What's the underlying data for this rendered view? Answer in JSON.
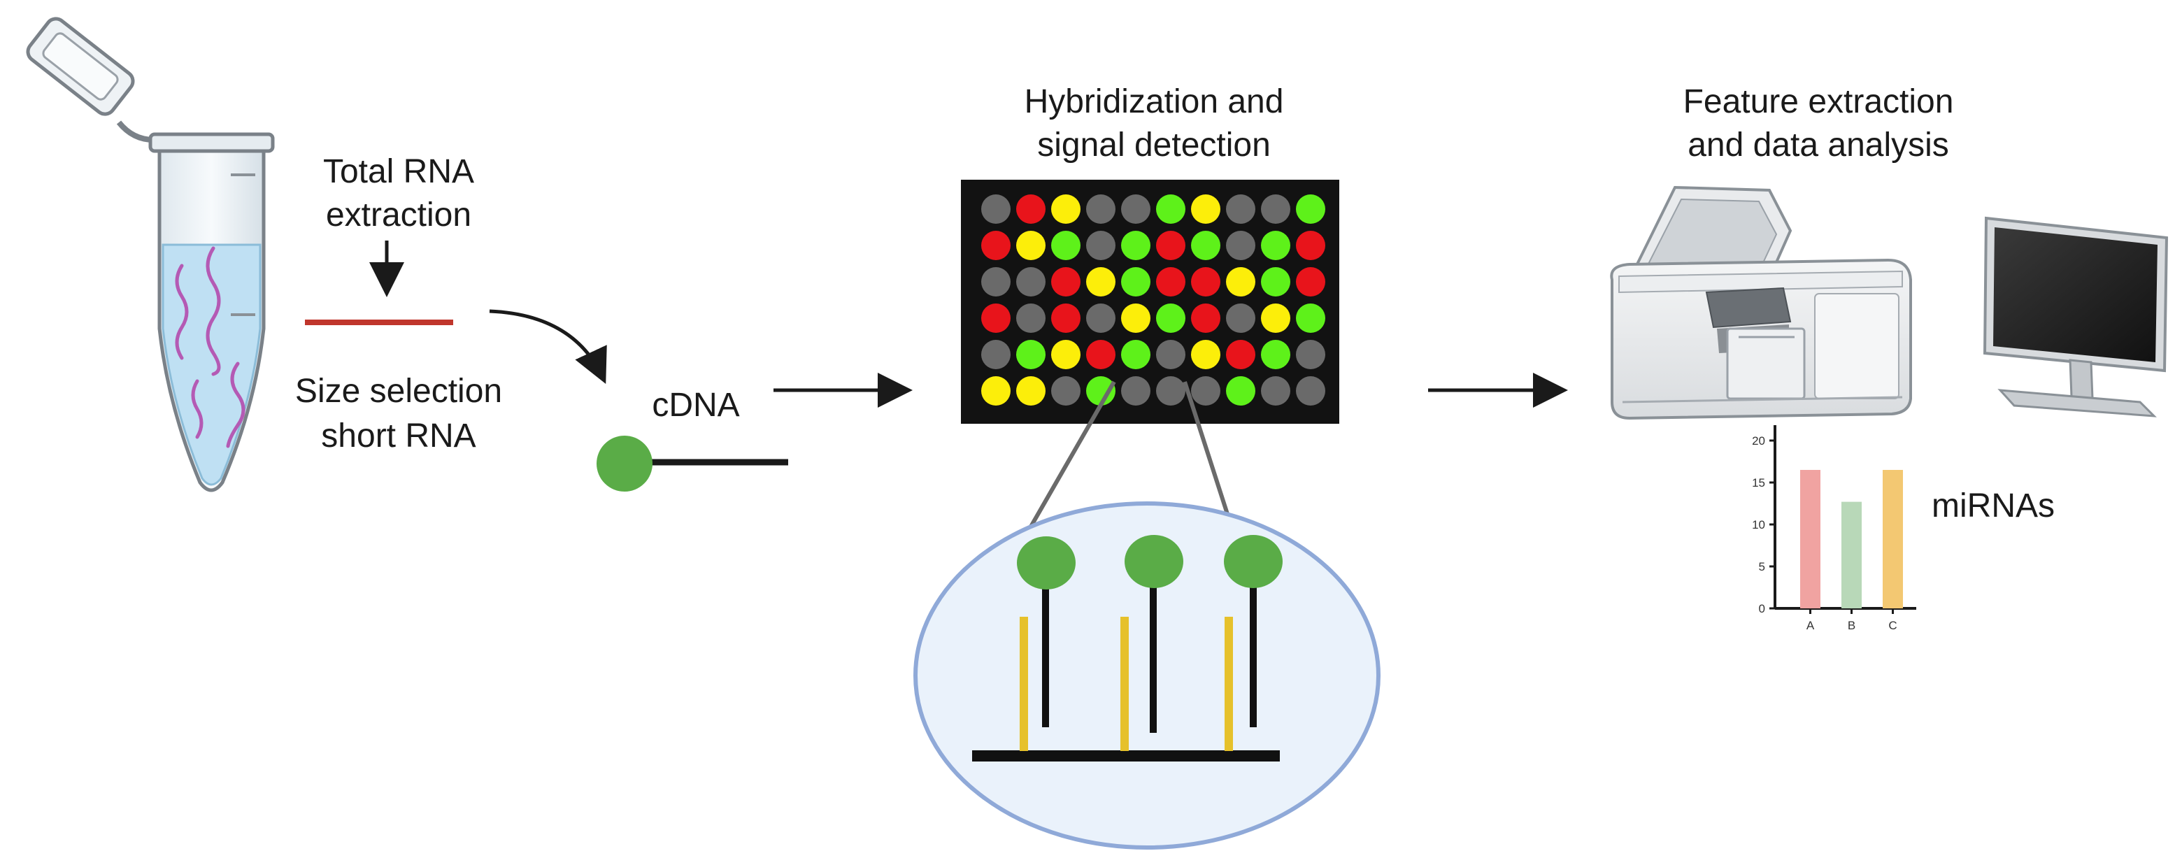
{
  "labels": {
    "total_rna_line1": "Total RNA",
    "total_rna_line2": "extraction",
    "size_sel_line1": "Size selection",
    "size_sel_line2": "short RNA",
    "cdna": "cDNA",
    "hyb_line1": "Hybridization and",
    "hyb_line2": "signal detection",
    "feat_line1": "Feature extraction",
    "feat_line2": "and data analysis",
    "mirnas": "miRNAs"
  },
  "colors": {
    "red": "#e8141b",
    "yellow": "#fcee0a",
    "green": "#5ef11a",
    "grey": "#6a6a6a",
    "probe_green": "#5aac47",
    "probe_yellow": "#e6c12b",
    "rna_red": "#c0362c",
    "rna_purple": "#b45ab4",
    "tube_liquid": "#bfe0f3",
    "ellipse_fill": "#eaf2fb",
    "ellipse_stroke": "#8fa9d8"
  },
  "microarray": {
    "rows": [
      [
        "grey",
        "red",
        "yellow",
        "grey",
        "grey",
        "green",
        "yellow",
        "grey",
        "grey",
        "green"
      ],
      [
        "red",
        "yellow",
        "green",
        "grey",
        "green",
        "red",
        "green",
        "grey",
        "green",
        "red"
      ],
      [
        "grey",
        "grey",
        "red",
        "yellow",
        "green",
        "red",
        "red",
        "yellow",
        "green",
        "red"
      ],
      [
        "red",
        "grey",
        "red",
        "grey",
        "yellow",
        "green",
        "red",
        "grey",
        "yellow",
        "green"
      ],
      [
        "grey",
        "green",
        "yellow",
        "red",
        "green",
        "grey",
        "yellow",
        "red",
        "green",
        "grey"
      ],
      [
        "yellow",
        "yellow",
        "grey",
        "green",
        "grey",
        "grey",
        "grey",
        "green",
        "grey",
        "grey"
      ]
    ]
  },
  "chart_data": {
    "type": "bar",
    "categories": [
      "A",
      "B",
      "C"
    ],
    "values": [
      16.5,
      12.7,
      16.5
    ],
    "colors": [
      "#f0a3a1",
      "#b8d8b8",
      "#f3c872"
    ],
    "yticks": [
      0,
      5,
      10,
      15,
      20
    ],
    "ylim": [
      0,
      20
    ],
    "grid": false
  }
}
